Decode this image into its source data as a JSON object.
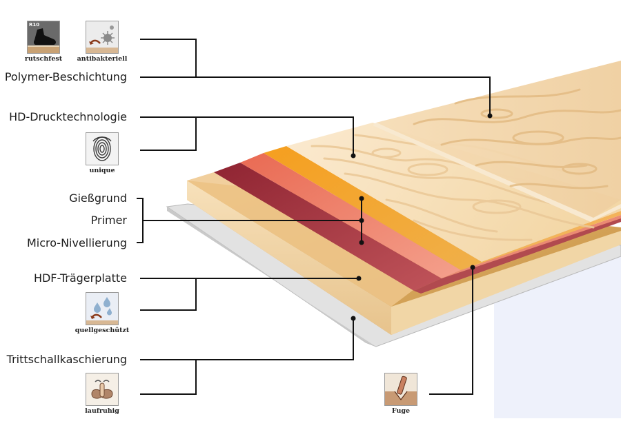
{
  "layers": {
    "polymer": "Polymer-Beschichtung",
    "hd_print": "HD-Drucktechnologie",
    "casting_base": "Gießgrund",
    "primer": "Primer",
    "micro_leveling": "Micro-Nivellierung",
    "hdf_board": "HDF-Trägerplatte",
    "impact_sound": "Trittschallkaschierung"
  },
  "icons": {
    "slip": {
      "badge": "R10",
      "caption": "rutschfest",
      "name": "shoe-icon"
    },
    "antibacterial": {
      "caption": "antibakteriell",
      "name": "bacteria-icon"
    },
    "unique": {
      "caption": "unique",
      "name": "fingerprint-icon"
    },
    "swelling": {
      "caption": "quellgeschützt",
      "name": "water-drops-icon"
    },
    "quiet": {
      "caption": "laufruhig",
      "name": "quiet-finger-icon"
    },
    "joint": {
      "caption": "Fuge",
      "name": "joint-icon"
    }
  },
  "colors": {
    "wood_light": "#f6dfb8",
    "wood_mid": "#e9c48c",
    "orange": "#f29a1c",
    "salmon": "#ee7b62",
    "maroon": "#a8333f",
    "leader": "#111111",
    "backdrop": "#eef1fb"
  }
}
